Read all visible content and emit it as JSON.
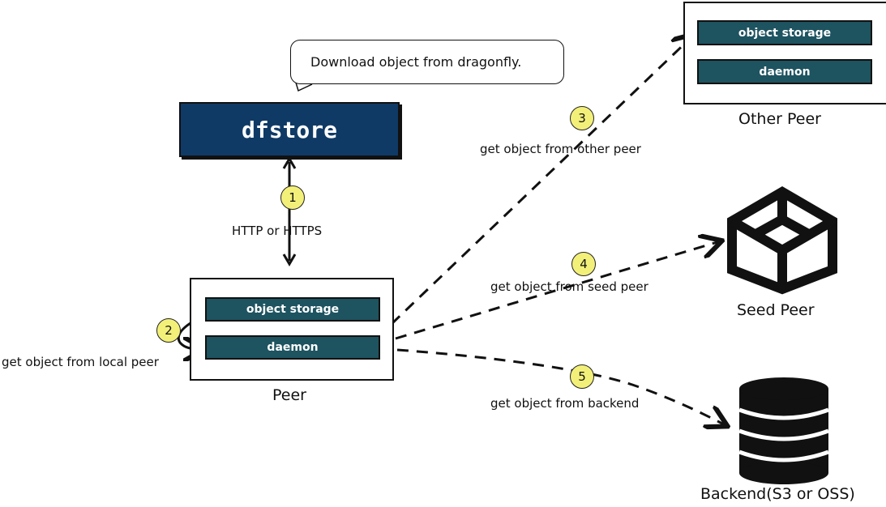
{
  "callout": {
    "text": "Download object from dragonfly."
  },
  "dfstore": {
    "title": "dfstore"
  },
  "peer": {
    "object_storage": "object storage",
    "daemon": "daemon",
    "caption": "Peer"
  },
  "other_peer": {
    "object_storage": "object storage",
    "daemon": "daemon",
    "caption": "Other Peer"
  },
  "seed_peer": {
    "caption": "Seed Peer",
    "icon": "seed-peer-cube-icon"
  },
  "backend": {
    "caption": "Backend(S3 or OSS)",
    "icon": "database-icon"
  },
  "steps": [
    {
      "number": "1",
      "label": "HTTP or HTTPS"
    },
    {
      "number": "2",
      "label": "get object from local peer"
    },
    {
      "number": "3",
      "label": "get object from other peer"
    },
    {
      "number": "4",
      "label": "get object from seed peer"
    },
    {
      "number": "5",
      "label": "get object from backend"
    }
  ],
  "colors": {
    "dfstore_fill": "#0f3a66",
    "bar_fill": "#1e5360",
    "badge_fill": "#f3f07a"
  }
}
